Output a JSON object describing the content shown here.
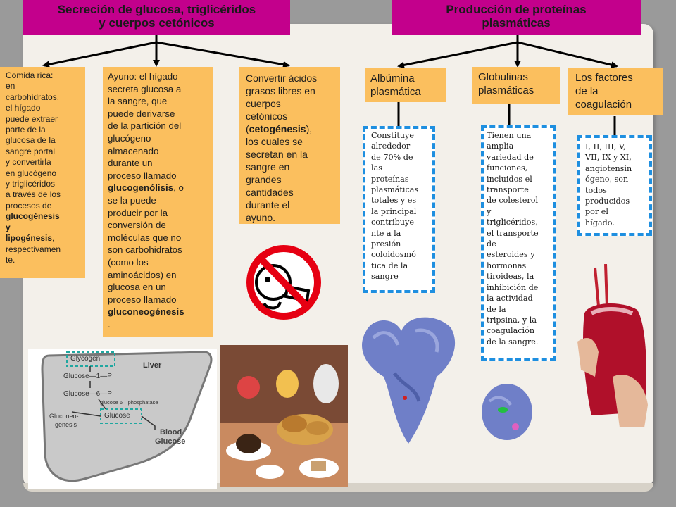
{
  "header_left": {
    "line1": "Secreción de glucosa, triglicéridos",
    "line2": "y cuerpos cetónicos"
  },
  "header_right": {
    "line1": "Producción de proteínas",
    "line2": "plasmáticas"
  },
  "box_rich": {
    "lines": [
      "Comida rica:",
      "en",
      "carbohidratos,",
      "el hígado",
      "puede extraer",
      "parte de la",
      "glucosa de la",
      "sangre portal",
      "y convertirla",
      "en glucógeno",
      "y triglicéridos",
      "a través de los",
      "procesos de"
    ],
    "bold1": "glucogénesis",
    "bold2": "y",
    "bold3": "lipogénesis",
    "tail1": ",",
    "tail2": "respectivamen",
    "tail3": "te."
  },
  "box_fast": {
    "lines": [
      "Ayuno: el hígado",
      "secreta glucosa a",
      "la sangre, que",
      "puede derivarse",
      "de la partición del",
      "glucógeno",
      "almacenado",
      "durante un",
      "proceso llamado"
    ],
    "bold1": "glucogenólisis",
    "mid1": ", o",
    "lines2": [
      "se la puede",
      "producir por la",
      "conversión de",
      "moléculas que no",
      "son carbohidratos",
      "(como los",
      "aminoácidos) en",
      "glucosa en un",
      "proceso llamado"
    ],
    "bold2": "gluconeogénesis",
    "end": "."
  },
  "box_keto": {
    "lines": [
      "Convertir ácidos",
      "grasos libres en",
      "cuerpos",
      "cetónicos"
    ],
    "paren_open": "(",
    "bold": "cetogénesis",
    "paren_close": "),",
    "lines2": [
      "los cuales se",
      "secretan en la",
      "sangre en",
      "grandes",
      "cantidades",
      "durante el",
      "ayuno."
    ]
  },
  "box_albumin": {
    "lines": [
      "Albúmina",
      "plasmática"
    ]
  },
  "box_globulin": {
    "lines": [
      "Globulinas",
      "plasmáticas"
    ]
  },
  "box_factors": {
    "lines": [
      "Los factores",
      "de la",
      "coagulación"
    ]
  },
  "detail_albumin": {
    "lines": [
      "Constituye",
      "alrededor",
      "de 70% de",
      "las",
      "proteínas",
      "plasmáticas",
      "totales y es",
      "la principal",
      "contribuye",
      "nte a la",
      "presión",
      "coloidosmó",
      "tica de la",
      "sangre"
    ]
  },
  "detail_globulin": {
    "lines": [
      "Tienen una",
      "amplia",
      "variedad de",
      "funciones,",
      "incluidos el",
      "transporte",
      "de colesterol",
      "y",
      "triglicéridos,",
      "el transporte",
      "de",
      "esteroides y",
      "hormonas",
      "tiroideas, la",
      "inhibición de",
      "la actividad",
      "de la",
      "tripsina, y la",
      "coagulación",
      "de la sangre."
    ]
  },
  "detail_factors": {
    "lines": [
      "I, II, III, V,",
      "VII, IX y XI,",
      "angiotensin",
      "ógeno, son",
      "todos",
      "producidos",
      "por el",
      "hígado."
    ]
  },
  "liver_diagram": {
    "liver": "Liver",
    "glycogen": "Glycogen",
    "g1p": "Glucose—1—P",
    "g6p": "Glucose—6—P",
    "enzyme": "glucose 6—phosphatase",
    "gluconeo1": "Gluconeo-",
    "gluconeo2": "genesis",
    "glucose": "Glucose",
    "blood1": "Blood",
    "blood2": "Glucose"
  },
  "colors": {
    "header": "#c3008c",
    "box": "#fbbf5e",
    "dash_border": "#1e8fe0"
  },
  "icons": [
    "no-eating-icon",
    "breakfast-photo",
    "albumin-protein-image",
    "globulin-protein-image",
    "blood-bag-photo"
  ]
}
